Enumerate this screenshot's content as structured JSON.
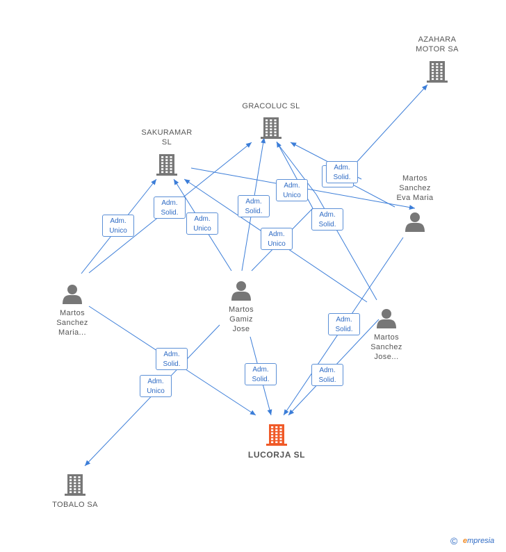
{
  "colors": {
    "edge": "#3b7dd8",
    "company": "#777777",
    "focus_company": "#f05a28",
    "person": "#777777",
    "box_border": "#5b8fd6",
    "box_text": "#2f6bc4"
  },
  "nodes": [
    {
      "id": "azahara",
      "type": "company",
      "icon": "building-icon",
      "label": "AZAHARA\nMOTOR SA"
    },
    {
      "id": "gracoluc",
      "type": "company",
      "icon": "building-icon",
      "label": "GRACOLUC SL"
    },
    {
      "id": "sakuramar",
      "type": "company",
      "icon": "building-icon",
      "label": "SAKURAMAR\nSL"
    },
    {
      "id": "lucorja",
      "type": "company",
      "icon": "building-icon",
      "label": "LUCORJA SL",
      "focus": true
    },
    {
      "id": "tobalo",
      "type": "company",
      "icon": "building-icon",
      "label": "TOBALO SA"
    },
    {
      "id": "martos_maria",
      "type": "person",
      "icon": "person-icon",
      "label": "Martos\nSanchez\nMaria..."
    },
    {
      "id": "martos_gamiz",
      "type": "person",
      "icon": "person-icon",
      "label": "Martos\nGamiz\nJose"
    },
    {
      "id": "martos_eva",
      "type": "person",
      "icon": "person-icon",
      "label": "Martos\nSanchez\nEva Maria"
    },
    {
      "id": "martos_jose",
      "type": "person",
      "icon": "person-icon",
      "label": "Martos\nSanchez\nJose..."
    }
  ],
  "relations": [
    {
      "label": "Adm.\nUnico"
    },
    {
      "label": "Adm.\nSolid."
    },
    {
      "label": "Adm.\nUnico"
    },
    {
      "label": "Adm.\nSolid."
    },
    {
      "label": "Adm.\nUnico"
    },
    {
      "label": "Adm.\nUnico"
    },
    {
      "label": "Adm.\nSolid."
    },
    {
      "label": "Adm.\nSolid."
    },
    {
      "label": "Adm.\nSolid."
    },
    {
      "label": "Adm.\nSolid."
    },
    {
      "label": "Adm.\nSolid."
    },
    {
      "label": "Adm.\nUnico"
    },
    {
      "label": "Adm.\nSolid."
    },
    {
      "label": "Adm.\nSolid."
    }
  ],
  "footer": {
    "copyright": "©",
    "brand_first": "e",
    "brand_rest": "mpresia"
  }
}
